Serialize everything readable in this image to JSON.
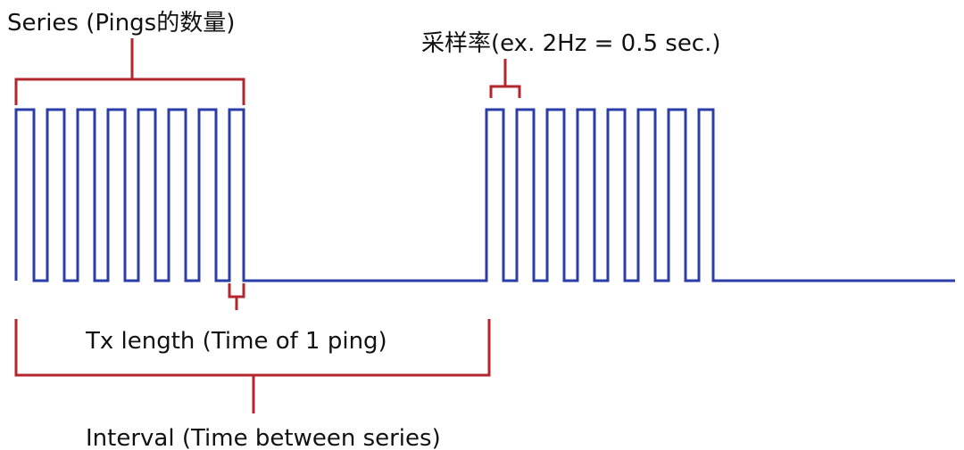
{
  "labels": {
    "series": "Series (Pings的数量)",
    "sample_rate": "采样率(ex. 2Hz = 0.5 sec.)",
    "tx_length": "Tx length (Time of 1 ping)",
    "interval": "Interval (Time between series)"
  },
  "colors": {
    "signal": "#2b3ea8",
    "bracket": "#b3262e",
    "text": "#111111"
  },
  "signal": {
    "series_count": 2,
    "pings_per_series": 8
  }
}
